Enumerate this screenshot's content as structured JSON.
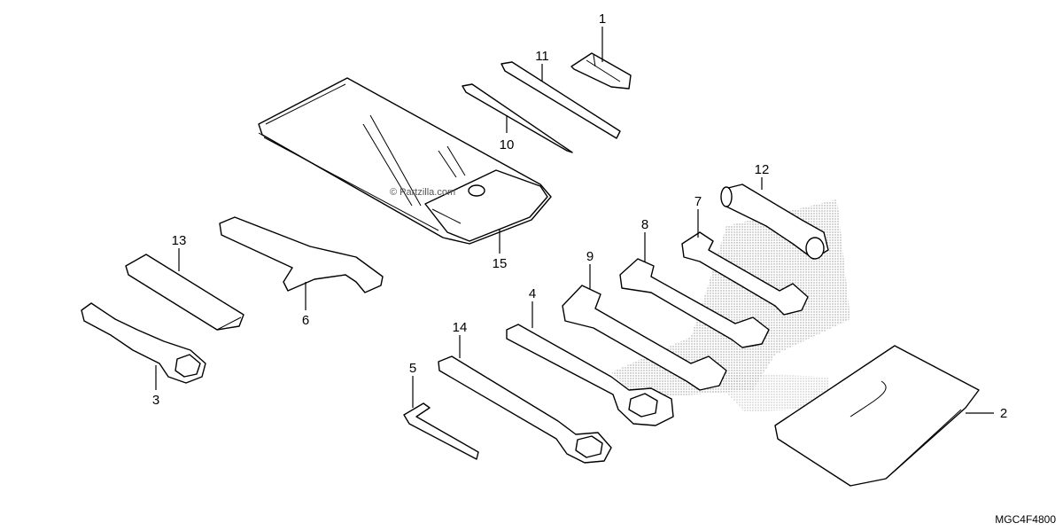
{
  "diagram": {
    "watermark": "© Partzilla.com",
    "code": "MGC4F4800",
    "labels": {
      "p1": "1",
      "p2": "2",
      "p3": "3",
      "p4": "4",
      "p5": "5",
      "p6": "6",
      "p7": "7",
      "p8": "8",
      "p9": "9",
      "p10": "10",
      "p11": "11",
      "p12": "12",
      "p13": "13",
      "p14": "14",
      "p15": "15"
    }
  }
}
